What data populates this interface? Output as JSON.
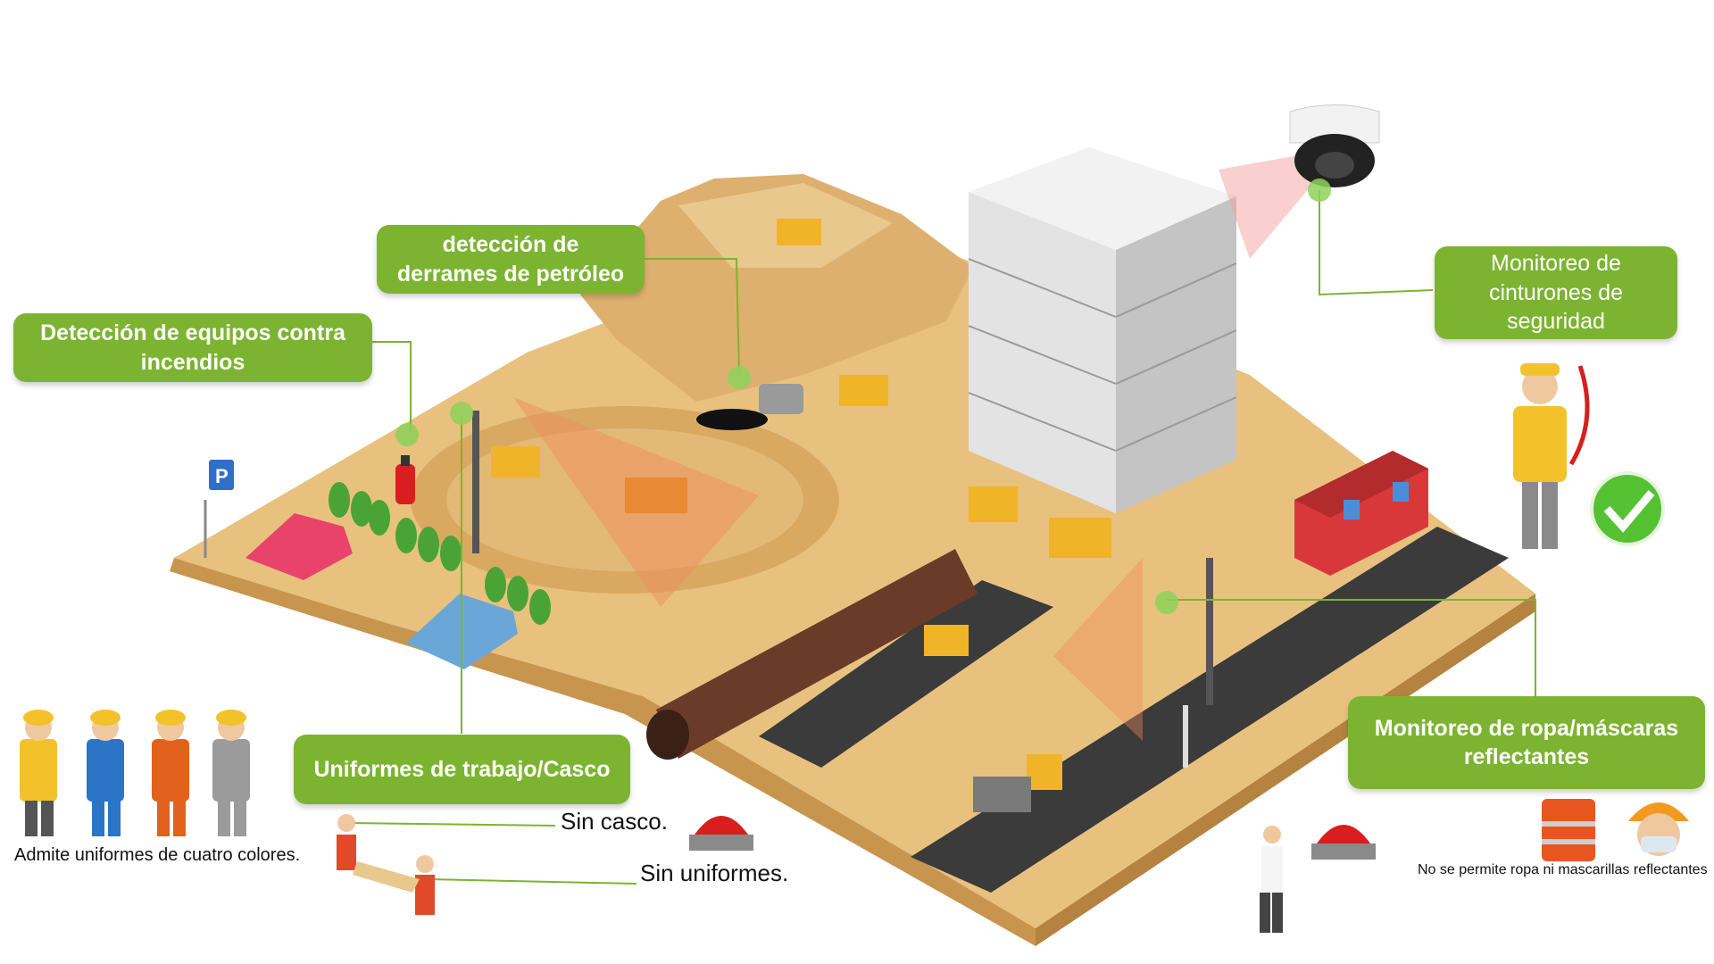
{
  "callouts": {
    "fire_equipment": "Detección de equipos contra incendios",
    "oil_spill": "detección de derrames de petróleo",
    "seatbelt": "Monitoreo de cinturones de seguridad",
    "uniform_helmet": "Uniformes de trabajo/Casco",
    "reflective": "Monitoreo de ropa/máscaras reflectantes"
  },
  "captions": {
    "four_colors": "Admite uniformes de cuatro colores.",
    "no_helmet": "Sin casco.",
    "no_uniform": "Sin uniformes.",
    "no_reflective": "No se permite ropa ni mascarillas reflectantes"
  },
  "icons": {
    "camera": "dome-camera-icon",
    "alarm": "alarm-siren-icon",
    "ok": "check-circle-icon",
    "parking": "parking-sign-icon"
  },
  "colors": {
    "callout_green": "#7cb431",
    "ground": "#e8c17f",
    "ground_dark": "#d2a25c",
    "road": "#3b3b3b",
    "alarm_red": "#d81e1e",
    "ok_green": "#55c233",
    "camera_beam": "#f08a5a"
  }
}
